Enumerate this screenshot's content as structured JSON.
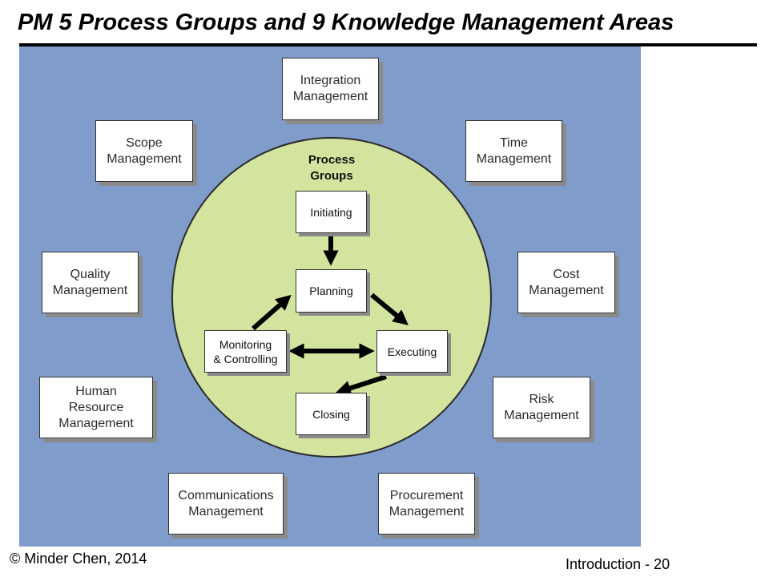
{
  "slide": {
    "title": "PM 5 Process Groups and 9 Knowledge Management Areas",
    "footer_left": "© Minder Chen, 2014",
    "footer_right": "Introduction - 20"
  },
  "diagram": {
    "center_label": "Process\nGroups",
    "knowledge_areas": [
      {
        "id": "integration",
        "label": "Integration\nManagement"
      },
      {
        "id": "time",
        "label": "Time\nManagement"
      },
      {
        "id": "cost",
        "label": "Cost\nManagement"
      },
      {
        "id": "risk",
        "label": "Risk\nManagement"
      },
      {
        "id": "procurement",
        "label": "Procurement\nManagement"
      },
      {
        "id": "communications",
        "label": "Communications\nManagement"
      },
      {
        "id": "human-resource",
        "label": "Human\nResource\nManagement"
      },
      {
        "id": "quality",
        "label": "Quality\nManagement"
      },
      {
        "id": "scope",
        "label": "Scope\nManagement"
      }
    ],
    "process_groups": [
      {
        "id": "initiating",
        "label": "Initiating"
      },
      {
        "id": "planning",
        "label": "Planning"
      },
      {
        "id": "executing",
        "label": "Executing"
      },
      {
        "id": "monitoring",
        "label": "Monitoring\n& Controlling"
      },
      {
        "id": "closing",
        "label": "Closing"
      }
    ]
  },
  "colors": {
    "panel": "#7f9ccb",
    "circle": "#d3e49f",
    "box": "#ffffff",
    "arrow": "#000000"
  }
}
